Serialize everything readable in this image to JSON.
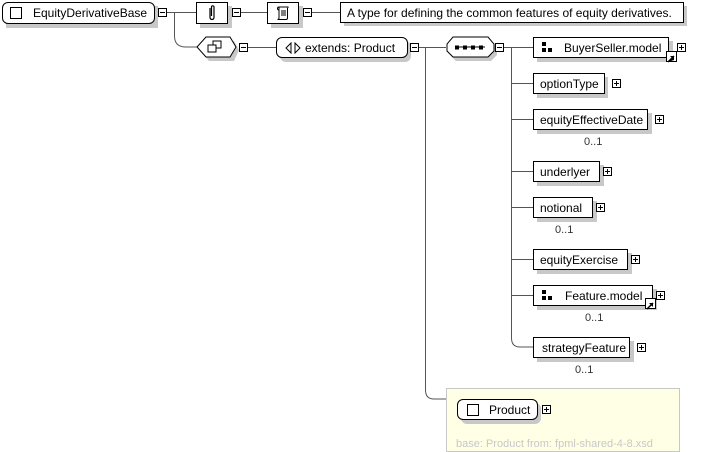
{
  "root": {
    "name": "EquityDerivativeBase",
    "annotation_text": "A type for defining the common features of equity derivatives."
  },
  "icons": {
    "root": "complex-type-icon",
    "annotation": "paperclip-icon",
    "documentation": "scroll-document-icon",
    "complex_content": "complex-content-icon",
    "extension": "extension-arrows-icon",
    "sequence": "sequence-icon",
    "group": "model-group-icon",
    "reference": "reference-arrow-icon",
    "expand": "plus-box-icon",
    "collapse": "minus-box-icon"
  },
  "extension": {
    "label": "extends: Product"
  },
  "sequence_children": [
    {
      "name": "BuyerSeller.model",
      "kind": "group",
      "occurrence": ""
    },
    {
      "name": "optionType",
      "kind": "element",
      "occurrence": ""
    },
    {
      "name": "equityEffectiveDate",
      "kind": "element",
      "occurrence": "0..1"
    },
    {
      "name": "underlyer",
      "kind": "element",
      "occurrence": ""
    },
    {
      "name": "notional",
      "kind": "element",
      "occurrence": "0..1"
    },
    {
      "name": "equityExercise",
      "kind": "element",
      "occurrence": ""
    },
    {
      "name": "Feature.model",
      "kind": "group",
      "occurrence": "0..1"
    },
    {
      "name": "strategyFeature",
      "kind": "element",
      "occurrence": "0..1"
    }
  ],
  "base_type": {
    "name": "Product",
    "note": "base: Product from: fpml-shared-4-8.xsd"
  },
  "colors": {
    "line": "#000000",
    "shadow": "#c8c8c8",
    "panel_bg": "#ffffe6",
    "note_text": "#c8c8c8"
  }
}
